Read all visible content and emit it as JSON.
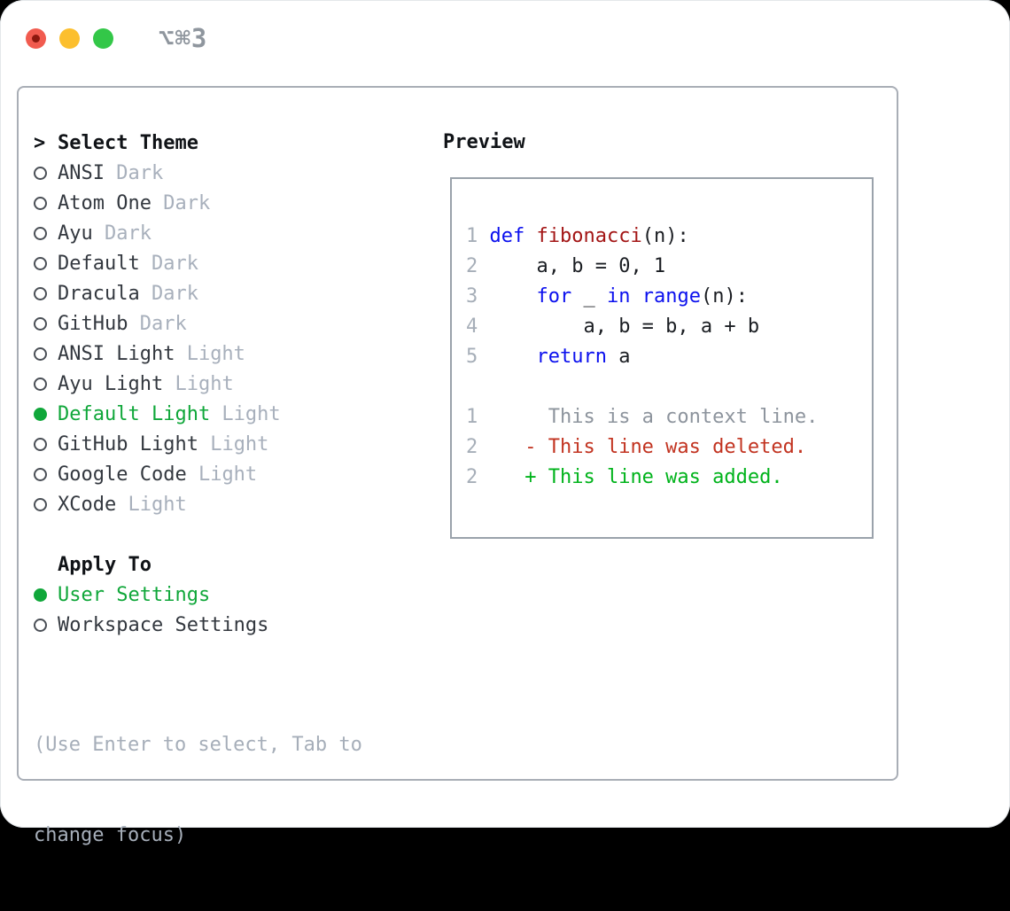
{
  "window": {
    "title": "⌥⌘3",
    "traffic_lights": [
      {
        "name": "close",
        "color": "#f15b4f",
        "inner_dot": "#8c180e"
      },
      {
        "name": "minimize",
        "color": "#fcbf2e"
      },
      {
        "name": "zoom",
        "color": "#33c748"
      }
    ]
  },
  "theme_picker": {
    "heading_marker": ">",
    "heading": "Select Theme",
    "items": [
      {
        "name": "ANSI",
        "variant": "Dark",
        "selected": false
      },
      {
        "name": "Atom One",
        "variant": "Dark",
        "selected": false
      },
      {
        "name": "Ayu",
        "variant": "Dark",
        "selected": false
      },
      {
        "name": "Default",
        "variant": "Dark",
        "selected": false
      },
      {
        "name": "Dracula",
        "variant": "Dark",
        "selected": false
      },
      {
        "name": "GitHub",
        "variant": "Dark",
        "selected": false
      },
      {
        "name": "ANSI Light",
        "variant": "Light",
        "selected": false
      },
      {
        "name": "Ayu Light",
        "variant": "Light",
        "selected": false
      },
      {
        "name": "Default Light",
        "variant": "Light",
        "selected": true
      },
      {
        "name": "GitHub Light",
        "variant": "Light",
        "selected": false
      },
      {
        "name": "Google Code",
        "variant": "Light",
        "selected": false
      },
      {
        "name": "XCode",
        "variant": "Light",
        "selected": false
      }
    ],
    "apply_to": {
      "heading": "Apply To",
      "options": [
        {
          "label": "User Settings",
          "selected": true
        },
        {
          "label": "Workspace Settings",
          "selected": false
        }
      ]
    },
    "hint_lines": [
      "(Use Enter to select, Tab to",
      "change focus)"
    ]
  },
  "preview": {
    "heading": "Preview",
    "code_lines": [
      {
        "num": "1",
        "segments": [
          {
            "text": "def ",
            "color": "keyword"
          },
          {
            "text": "fibonacci",
            "color": "function"
          },
          {
            "text": "(n):",
            "color": "plain"
          }
        ]
      },
      {
        "num": "2",
        "segments": [
          {
            "text": "    a, b = 0, 1",
            "color": "plain"
          }
        ]
      },
      {
        "num": "3",
        "segments": [
          {
            "text": "    ",
            "color": "plain"
          },
          {
            "text": "for",
            "color": "keyword"
          },
          {
            "text": " _ ",
            "color": "plain"
          },
          {
            "text": "in",
            "color": "keyword"
          },
          {
            "text": " ",
            "color": "plain"
          },
          {
            "text": "range",
            "color": "keyword"
          },
          {
            "text": "(n):",
            "color": "plain"
          }
        ]
      },
      {
        "num": "4",
        "segments": [
          {
            "text": "        a, b = b, a + b",
            "color": "plain"
          }
        ]
      },
      {
        "num": "5",
        "segments": [
          {
            "text": "    ",
            "color": "plain"
          },
          {
            "text": "return",
            "color": "keyword"
          },
          {
            "text": " a",
            "color": "plain"
          }
        ]
      },
      {
        "num": "",
        "segments": []
      },
      {
        "num": "1",
        "segments": [
          {
            "text": "     This is a context line.",
            "color": "context"
          }
        ]
      },
      {
        "num": "2",
        "segments": [
          {
            "text": "   - This line was deleted.",
            "color": "deleted"
          }
        ]
      },
      {
        "num": "2",
        "segments": [
          {
            "text": "   + This line was added.",
            "color": "added"
          }
        ]
      }
    ]
  },
  "colors": {
    "keyword": "#0b10ee",
    "function": "#a31515",
    "plain": "#1a1d22",
    "context": "#8d949d",
    "deleted": "#c23320",
    "added": "#00b31b",
    "line_number": "#a6aeb8",
    "selection_green": "#10a73a",
    "variant_gray": "#a8b0bc",
    "hint_gray": "#a6aeb9",
    "panel_border": "#a9aeb6",
    "preview_border": "#9aa2ab"
  }
}
